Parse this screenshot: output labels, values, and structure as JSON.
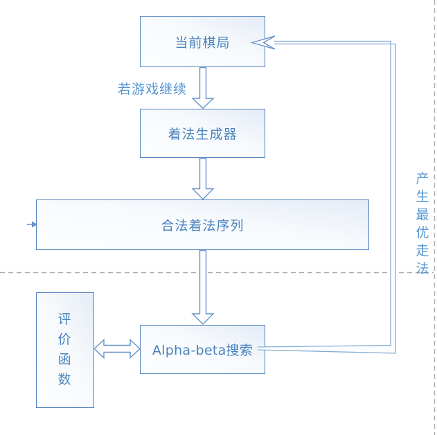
{
  "diagram": {
    "title_hint": "chess-engine search flowchart",
    "nodes": {
      "current_board": {
        "label": "当前棋局"
      },
      "move_generator": {
        "label": "着法生成器"
      },
      "legal_moves": {
        "label": "合法着法序列"
      },
      "evaluation_function": {
        "label": "评价函数"
      },
      "alpha_beta_search": {
        "label": "Alpha-beta搜索"
      }
    },
    "edge_labels": {
      "if_game_continues": {
        "label": "若游戏继续"
      },
      "produce_best_move": {
        "label": "产生最优走法"
      }
    },
    "edges": [
      {
        "from": "current_board",
        "to": "move_generator",
        "label": "若游戏继续",
        "style": "hollow-down-arrow"
      },
      {
        "from": "move_generator",
        "to": "legal_moves",
        "label": "",
        "style": "hollow-down-arrow"
      },
      {
        "from": "legal_moves",
        "to": "alpha_beta_search",
        "label": "",
        "style": "hollow-down-arrow"
      },
      {
        "from": "evaluation_function",
        "to": "alpha_beta_search",
        "label": "",
        "style": "hollow-double-headed-arrow"
      },
      {
        "from": "alpha_beta_search",
        "to": "current_board",
        "label": "产生最优走法",
        "style": "hollow-feedback-loop-right-side"
      },
      {
        "from": "offpage",
        "to": "legal_moves",
        "label": "",
        "style": "small-solid-arrow-left-edge"
      }
    ],
    "colors": {
      "box_border": "#4e81bc",
      "box_fill_top": "#e5ecf6",
      "box_fill_bottom": "#fdfefe",
      "box_text": "#4a82be",
      "edge_label_text": "#5697d3",
      "connector_stroke": "#6593c7",
      "feedback_stroke": "#85abd6",
      "page_guide_dashed": "#ababab"
    }
  }
}
